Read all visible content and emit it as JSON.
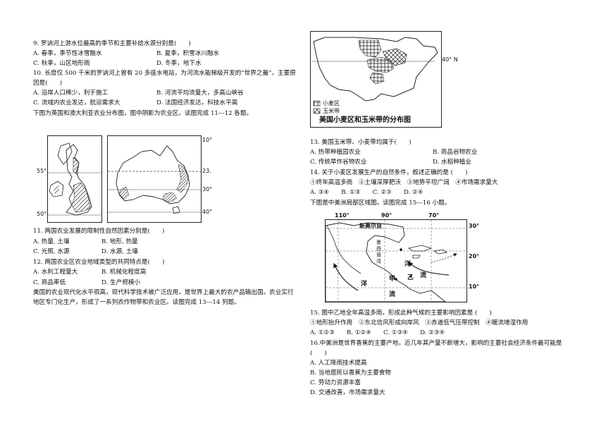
{
  "left": {
    "q9": {
      "stem": "9. 罗讷河上游水位最高的季节和主要补给水源分别是(　　)",
      "a": "A. 春季，季节性冰雪融水",
      "b": "B. 夏季，积雪冰川融水",
      "c": "C. 秋季，山区地形雨",
      "d": "D. 冬季，地下水"
    },
    "q10": {
      "stem1": "10. 长度仅 500 千米的罗讷河上曾有 20 多座水电站，为河流水能梯级开发的“世界之最”。主要原",
      "stem2": "因是(　　)",
      "a": "A. 沿岸人口稀少，利于施工",
      "b": "B. 河流平均流量大，多高山峡谷",
      "c": "C. 流域内农业发达，航运需求大",
      "d": "D. 法国经济发达，科技水平高"
    },
    "intro1": "下图为英国和澳大利亚农业分布图，图中阴影为农业区。读图完成 11---12 各题。",
    "map1": {
      "lat55": "55°",
      "lat50": "50°",
      "lat10": "10°",
      "lat23": "23.",
      "lat30": "30°",
      "lat40": "40°"
    },
    "q11": {
      "stem": "11. 两国农业发展的限制性自然因素分别是(　　)",
      "a": "A. 热量, 土壤",
      "b": "B. 地形, 热量",
      "c": "C. 光照, 水源",
      "d": "D. 水源, 土壤"
    },
    "q12": {
      "stem": "12. 两国农业区农业地域类型的共同特点是(　　)",
      "a": "A. 水利工程量大",
      "b": "B. 机械化程度高",
      "c": "C. 商品率低",
      "d": "D. 生产规模小"
    },
    "intro2a": "美国的农业现代化水平很高，现代科学技术被广泛应用，是世界上最大的农产品输出国。农业实行",
    "intro2b": "地区专门化生产，形成了一系列农作物带和农业区。读图完成 13---14 列题。"
  },
  "right": {
    "map2": {
      "lat40": "40° N",
      "legend_wheat": "小麦区",
      "legend_corn": "玉米带",
      "caption": "美国小麦区和玉米带的分布图"
    },
    "q13": {
      "stem": "13. 美国玉米带、小麦带均属于(　　)",
      "a": "A. 热带种植园农业",
      "b": "B. 商品谷物农业",
      "c": "C. 传统旱作谷物农业",
      "d": "D. 水稻种植业"
    },
    "q14": {
      "stem": "14. 关于小麦区发展生产的自然条件，叙述正确的是 (　　)",
      "items": "①终年高温多雨　②土壤深厚肥沃　③地势平坦广阔　④市场需求量大",
      "opts": "A. ③④　　B. ①③　　C. ②③　　D. ②④"
    },
    "intro3": "下图是中美洲局部区域图。读图完成 15---16 小题。",
    "map3": {
      "lon110": "110°",
      "lon90": "90°",
      "lon70": "70°",
      "lat30": "30°",
      "lat20": "20°",
      "lat10": "10°",
      "neworleans": "新奥尔良",
      "mexico": "墨西哥湾",
      "yang1": "洋",
      "liu1": "流",
      "yang2": "洋",
      "liu2": "流",
      "jia": "甲",
      "yi": "乙"
    },
    "q15": {
      "stem": "15. 图中乙地全年高温多雨，形成此种气候的主要影响因素是 (　　)",
      "items": "①地形抬升作用　②东北信风形成向岸风　③赤道低气压带控制　④暖流增湿作用",
      "opts": "A. ①②③　　B. ①②④　　C. ①③④　　D. ②③④"
    },
    "q16": {
      "stem1": "16.中美洲是世界香蕉的主要产地，近几年其产量不断增大，影响的主要社会经济条件最可能是",
      "stem2": "(　　)",
      "a": "A. 人工降雨技术提高",
      "b": "B. 当地居民以香蕉为主要食物",
      "c": "C. 劳动力资源丰富",
      "d": "D. 交通改善，市场需求量大"
    }
  },
  "colors": {
    "ink": "#111111",
    "hatch": "#222222"
  }
}
